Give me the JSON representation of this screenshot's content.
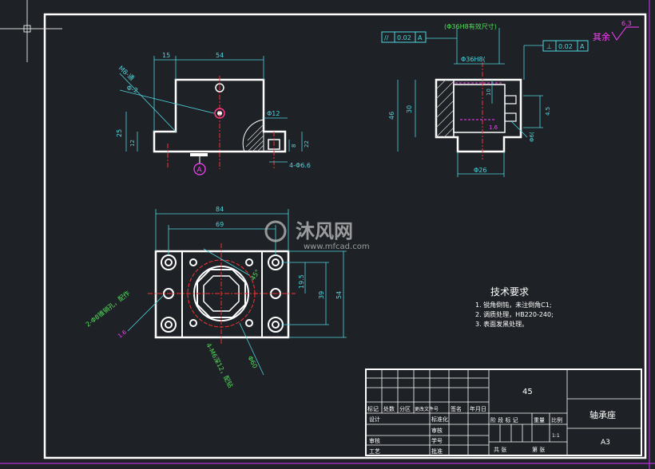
{
  "drawing": {
    "top_view": {
      "dims": {
        "d15": "15",
        "d54": "54",
        "d12": "Φ12",
        "d25": "25",
        "d12b": "12",
        "d8": "8",
        "d22": "22",
        "holes": "4-Φ6.6"
      },
      "leaders": {
        "m8": "M8-通",
        "phi2": "Φ-2"
      },
      "datum": "A"
    },
    "section_view": {
      "effective_note": "(Φ36H8有效尺寸)",
      "parallel_frame": {
        "symbol": "//",
        "tol": "0.02",
        "datum": "A"
      },
      "perp_frame": {
        "symbol": "⊥",
        "tol": "0.02",
        "datum": "A"
      },
      "rest_rough": {
        "label": "其余",
        "value": "6.3"
      },
      "dims": {
        "bore": "Φ36H8(",
        "d46": "46",
        "d30": "30",
        "d10": "10",
        "d45": "4.5",
        "d26": "Φ26",
        "d6": "Φ6(",
        "small": "1.6"
      }
    },
    "plan_view": {
      "dims": {
        "d84": "84",
        "d69": "69",
        "d195": "19.5",
        "d39": "39",
        "d54": "54"
      },
      "leaders": {
        "left": "2-Φ8锥销孔，配作",
        "left_rough": "1.6",
        "r1": "45°",
        "r2": "4-M6深12，配钻",
        "r3": "Φ60"
      }
    },
    "watermark": {
      "brand": "沐风网",
      "url": "www.mfcad.com"
    }
  },
  "tech": {
    "title": "技术要求",
    "items": [
      "1. 锐角倒钝，未注倒角C1;",
      "2. 调质处理，HB220-240;",
      "3. 表面发黑处理。"
    ]
  },
  "title_block": {
    "material": "45",
    "part_name": "轴承座",
    "sheet": "A3",
    "scale_value": "1:1",
    "row_labels": [
      "标记",
      "处数",
      "分区",
      "更改文件号",
      "签名",
      "年月日"
    ],
    "design": "设计",
    "standard": "标准化",
    "review": "审核",
    "craft": "工艺",
    "approve": "批准",
    "stage": "阶 段 标 记",
    "weight": "重量",
    "ratio": "比例",
    "total": "共    张",
    "page": "第    张",
    "extra": [
      "审核",
      "学号"
    ]
  }
}
